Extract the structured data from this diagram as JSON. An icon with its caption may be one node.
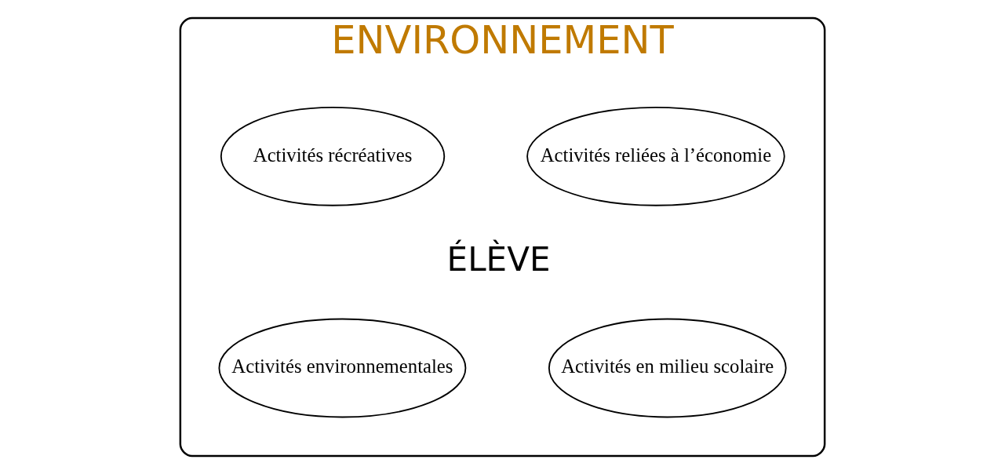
{
  "diagram": {
    "nodes": [
      {
        "text": [
          "ENVIRONNEMENT"
        ]
      },
      {
        "text": [
          "Activités récréatives"
        ],
        "in": 0
      },
      {
        "text": [
          "Activités reliées à l’économie"
        ],
        "in": 0
      },
      {
        "text": [
          "Activités environnementales"
        ],
        "in": 0
      },
      {
        "text": [
          "Activités en milieu scolaire"
        ],
        "in": 0
      }
    ],
    "labels": [
      "ÉLÈVE"
    ]
  }
}
